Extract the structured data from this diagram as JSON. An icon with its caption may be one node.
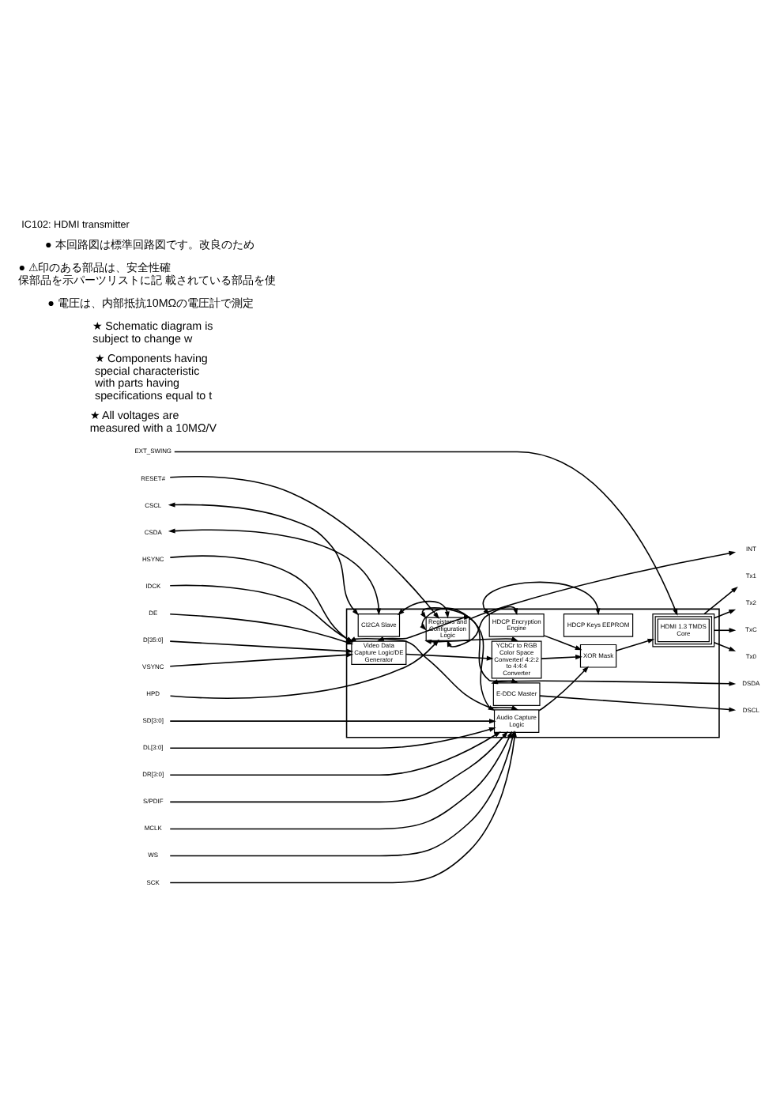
{
  "diagram": {
    "title": "IC102: HDMI transmitter",
    "nodes": [
      {
        "text": [],
        "shape": "box"
      },
      {
        "text": [
          "INT"
        ]
      },
      {
        "text": [
          "HPD"
        ]
      },
      {
        "text": [
          "RESET#"
        ]
      },
      {
        "text": [
          "CSDA"
        ]
      },
      {
        "text": [
          "CSCL"
        ]
      },
      {
        "text": [
          "CI2CA Slave"
        ],
        "in": 0
      },
      {
        "text": [
          "Registers and Configuration Logic"
        ],
        "in": 0
      },
      {
        "text": [
          "E-DDC Master"
        ],
        "in": 0
      },
      {
        "text": [
          "DSCL"
        ]
      },
      {
        "text": [
          "DSDA"
        ]
      },
      {
        "text": [
          "VSYNC"
        ]
      },
      {
        "text": [
          "HSYNC"
        ]
      },
      {
        "text": [
          "IDCK"
        ]
      },
      {
        "text": [
          "DE"
        ]
      },
      {
        "text": [
          "D[35:0]"
        ]
      },
      {
        "text": [
          "Video Data Capture Logic/DE Generator"
        ],
        "in": 0
      },
      {
        "text": [
          "HDCP Encryption Engine"
        ],
        "in": 0
      },
      {
        "text": [
          "HDCP Keys EEPROM"
        ],
        "in": 0
      },
      {
        "text": [
          "EXT_SWING"
        ]
      },
      {
        "text": [
          "S/PDIF"
        ]
      },
      {
        "text": [
          "MCLK"
        ]
      },
      {
        "text": [
          "WS"
        ]
      },
      {
        "text": [
          "SCK"
        ]
      },
      {
        "text": [
          "SD[3:0]"
        ]
      },
      {
        "text": [
          "DL[3:0]"
        ]
      },
      {
        "text": [
          "DR[3:0]"
        ]
      },
      {
        "text": [
          "YCbCr to RGB Color Space Converter/ 4:2:2 to 4:4:4 Converter"
        ],
        "in": 0
      },
      {
        "text": [
          "XOR Mask"
        ],
        "in": 0
      },
      {
        "text": [
          "HDMI 1.3 TMDS Core"
        ],
        "in": 0
      },
      {
        "text": [
          "Tx0"
        ]
      },
      {
        "text": [
          "Tx1"
        ]
      },
      {
        "text": [
          "Tx2"
        ]
      },
      {
        "text": [
          "TxC"
        ]
      },
      {
        "text": [
          "Audio Capture Logic"
        ],
        "in": 0
      }
    ],
    "edges": [
      {
        "from": 7,
        "to": 1,
        "arrow": "to"
      },
      {
        "from": 2,
        "to": 7,
        "arrow": "to"
      },
      {
        "from": 3,
        "to": 7,
        "arrow": "to"
      },
      {
        "from": 4,
        "to": 6,
        "arrow": "both"
      },
      {
        "from": 5,
        "to": 6,
        "arrow": "both"
      },
      {
        "from": 6,
        "to": 7,
        "arrow": "both"
      },
      {
        "from": 7,
        "to": 8,
        "arrow": "both"
      },
      {
        "from": 8,
        "to": 9,
        "arrow": "to"
      },
      {
        "from": 8,
        "to": 10,
        "arrow": "both"
      },
      {
        "from": 11,
        "to": 16,
        "arrow": "to"
      },
      {
        "from": 12,
        "to": 16,
        "arrow": "to"
      },
      {
        "from": 13,
        "to": 16,
        "arrow": "to"
      },
      {
        "from": 14,
        "to": 16,
        "arrow": "to"
      },
      {
        "from": 15,
        "to": 16,
        "arrow": "to"
      },
      {
        "from": 16,
        "to": 7,
        "arrow": "both"
      },
      {
        "from": 7,
        "to": 17,
        "arrow": "both"
      },
      {
        "from": 17,
        "to": 18,
        "arrow": "both"
      },
      {
        "from": 17,
        "to": 28,
        "arrow": "to"
      },
      {
        "from": 19,
        "to": 29,
        "arrow": "to"
      },
      {
        "from": 16,
        "to": 34,
        "arrow": "both"
      },
      {
        "from": 16,
        "to": 27,
        "arrow": "to"
      },
      {
        "from": 7,
        "to": 34,
        "arrow": "both"
      },
      {
        "from": 7,
        "to": 27,
        "arrow": "both"
      },
      {
        "from": 20,
        "to": 34,
        "arrow": "to"
      },
      {
        "from": 21,
        "to": 34,
        "arrow": "to"
      },
      {
        "from": 22,
        "to": 34,
        "arrow": "to"
      },
      {
        "from": 23,
        "to": 34,
        "arrow": "to"
      },
      {
        "from": 24,
        "to": 34,
        "arrow": "to"
      },
      {
        "from": 25,
        "to": 34,
        "arrow": "to"
      },
      {
        "from": 26,
        "to": 34,
        "arrow": "to"
      },
      {
        "from": 27,
        "to": 28,
        "arrow": "to"
      },
      {
        "from": 34,
        "to": 28,
        "arrow": "to"
      },
      {
        "from": 28,
        "to": 29,
        "arrow": "to"
      },
      {
        "from": 29,
        "to": 30,
        "arrow": "to"
      },
      {
        "from": 29,
        "to": 31,
        "arrow": "to"
      },
      {
        "from": 29,
        "to": 32,
        "arrow": "to"
      },
      {
        "from": 29,
        "to": 33,
        "arrow": "to"
      }
    ],
    "labels": [
      "★ All voltages are measured with a 10MΩ/V",
      "★ Components having special characteristic with parts having specifications equal to t",
      "★ Schematic diagram is subject to change w",
      "● 電圧は、内部抵抗10MΩの電圧計で測定",
      "● ⚠印のある部品は、安全性確保部品を示パーツリストに記載されている部品を使",
      "● 本回路図は標準回路図です。改良のため"
    ]
  }
}
